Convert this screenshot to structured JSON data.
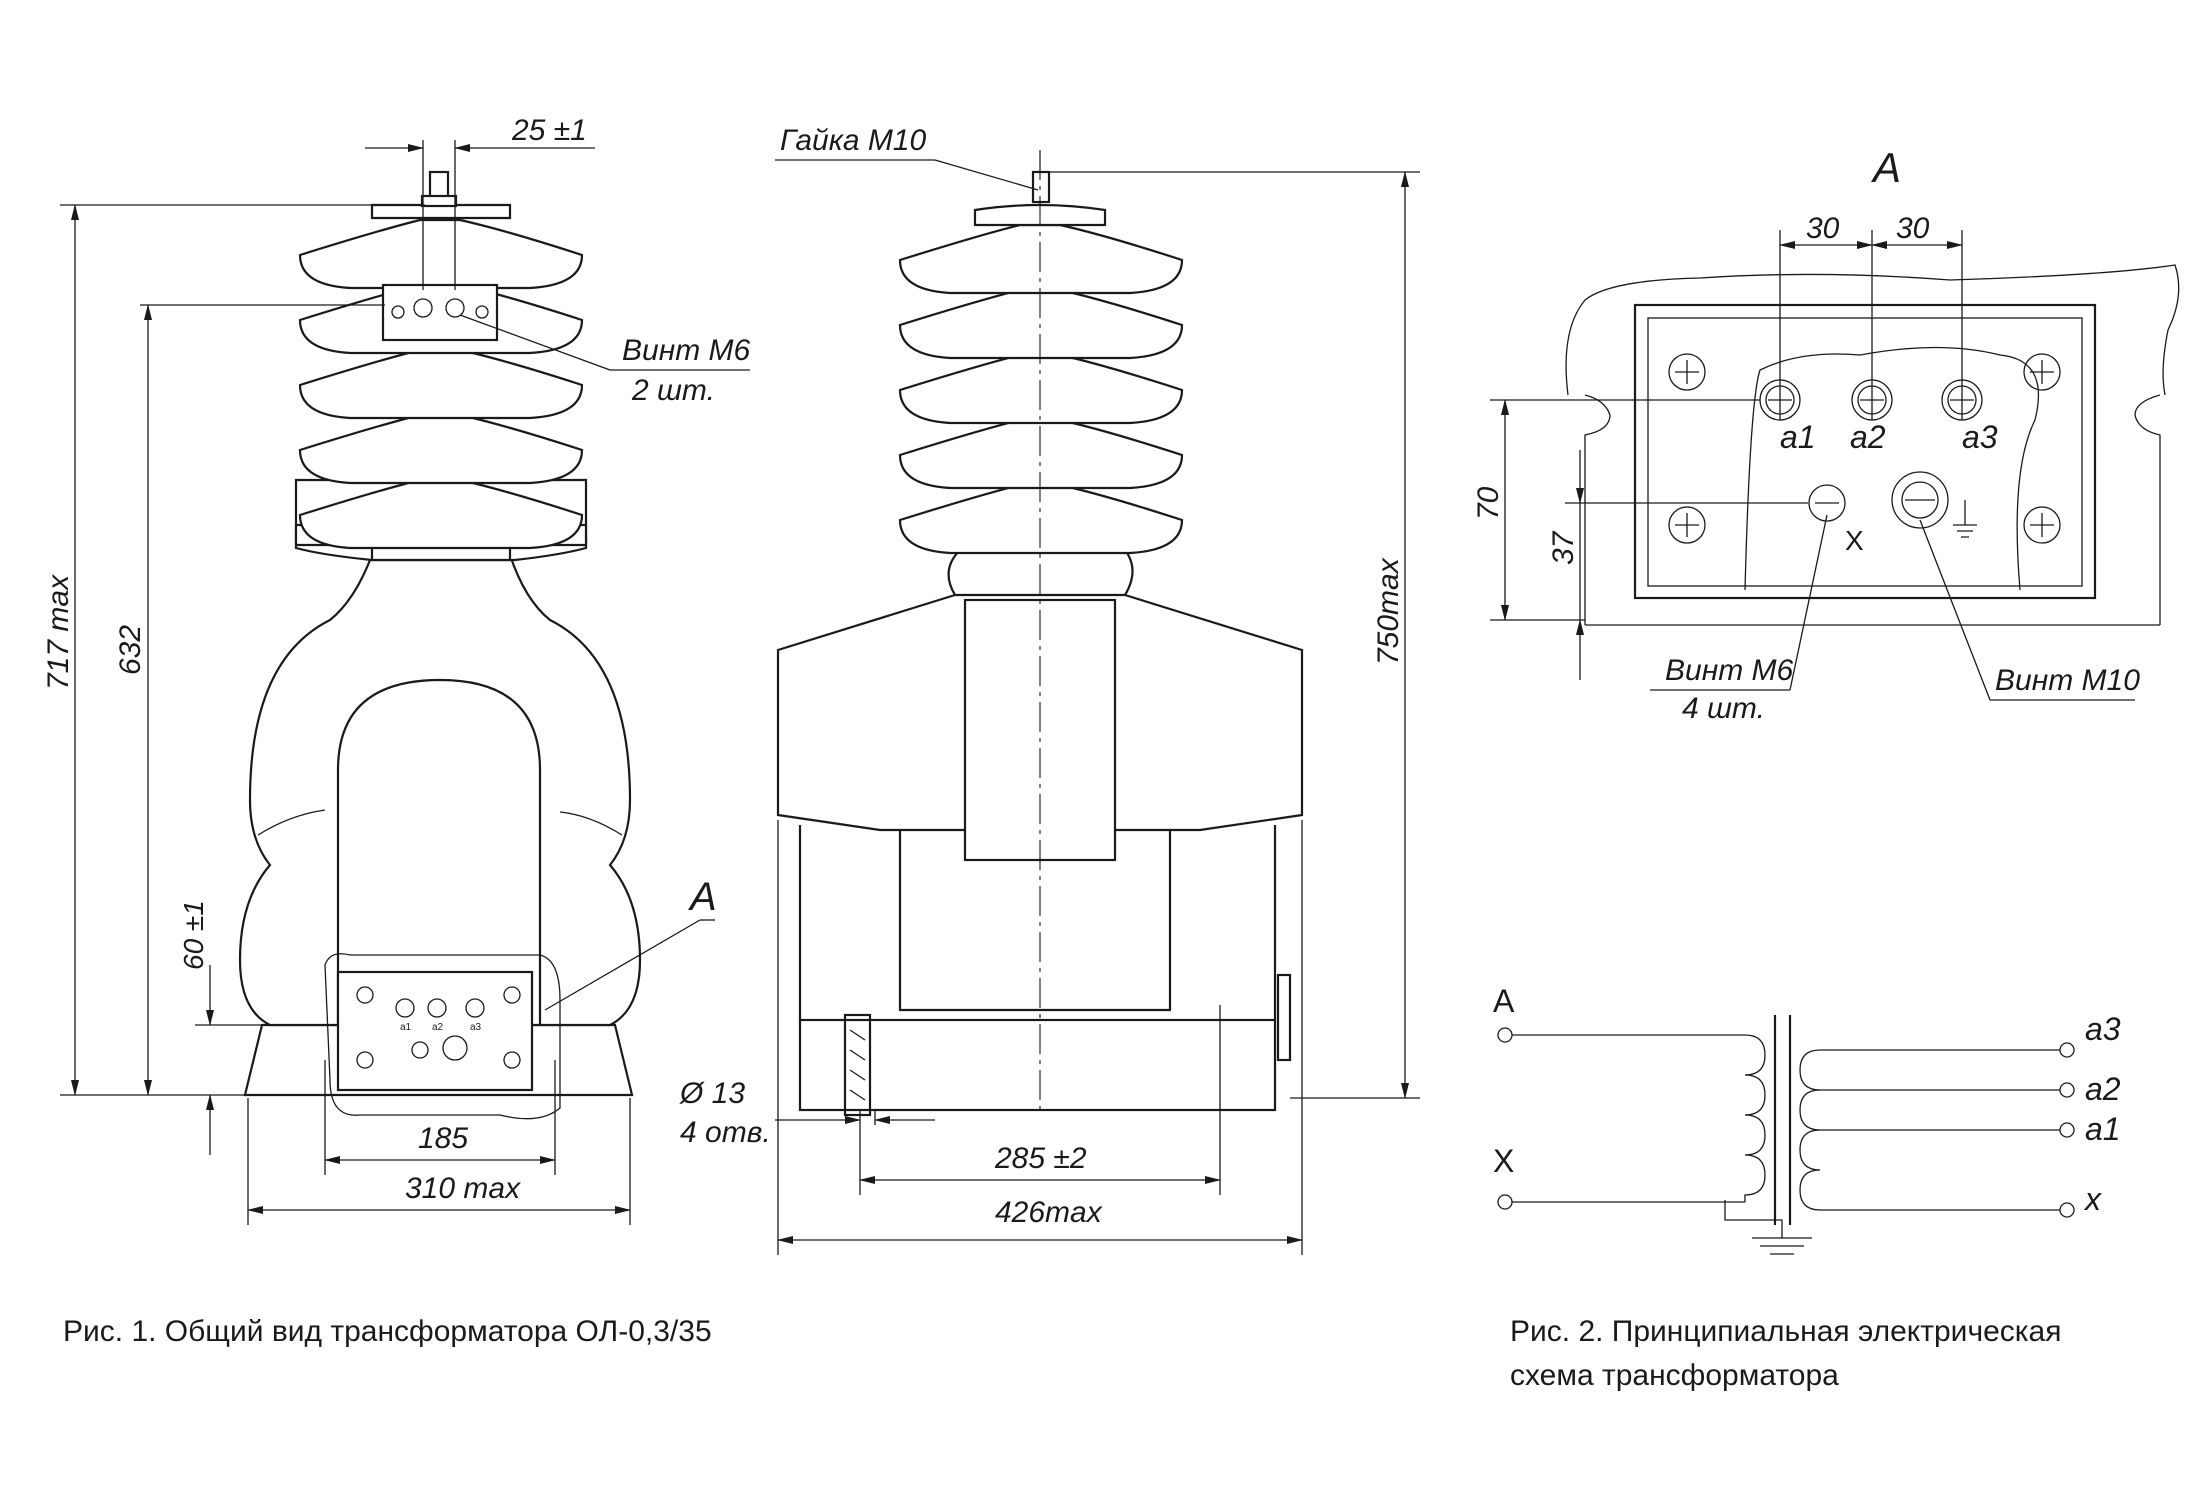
{
  "fig1": {
    "dimensions": {
      "top_offset": "25 ±1",
      "height_total": "717 max",
      "height_632": "632",
      "height_60": "60 ±1",
      "width_185": "185",
      "width_310": "310 max",
      "hole_dia": "Ø 13",
      "holes": "4 отв.",
      "width_285": "285 ±2",
      "width_426": "426max",
      "height_750": "750max"
    },
    "labels": {
      "screw_m6": "Винт М6",
      "screw_m6_qty": "2 шт.",
      "nut_m10": "Гайка М10",
      "view_a": "А",
      "terminal_a1": "а1",
      "terminal_a2": "а2",
      "terminal_a3": "а3"
    },
    "caption": "Рис. 1. Общий вид трансформатора ОЛ-0,3/35"
  },
  "detail_a": {
    "title": "А",
    "dim_30_left": "30",
    "dim_30_right": "30",
    "dim_70": "70",
    "dim_37": "37",
    "terminals": [
      "а1",
      "а2",
      "а3",
      "Х"
    ],
    "screw_m6": "Винт М6",
    "screw_m6_qty": "4 шт.",
    "screw_m10": "Винт М10"
  },
  "fig2": {
    "primary": [
      "А",
      "Х"
    ],
    "secondary": [
      "а3",
      "а2",
      "а1",
      "х"
    ],
    "caption": "Рис. 2. Принципиальная электрическая схема трансформатора"
  }
}
